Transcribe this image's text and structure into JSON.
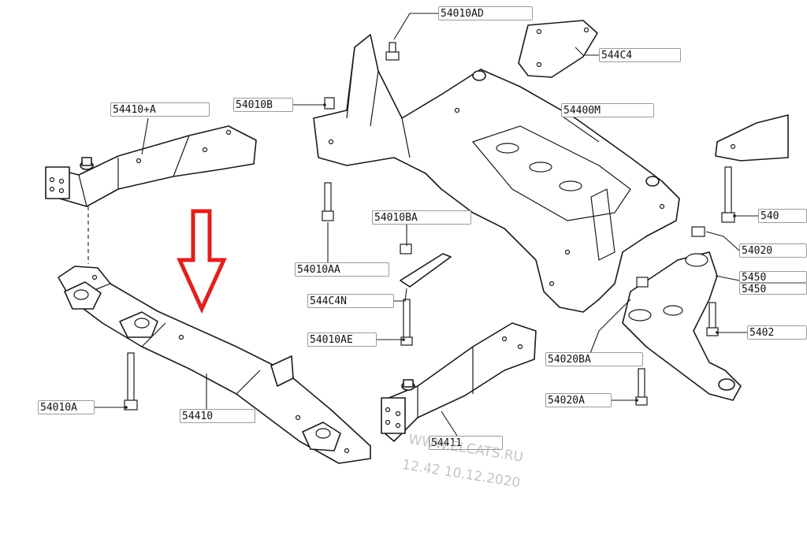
{
  "diagram": {
    "labels": [
      {
        "id": "p1",
        "text": "54010AD"
      },
      {
        "id": "p2",
        "text": "544C4"
      },
      {
        "id": "p3",
        "text": "54010B"
      },
      {
        "id": "p4",
        "text": "54410+A"
      },
      {
        "id": "p5",
        "text": "54400M"
      },
      {
        "id": "p6",
        "text": "54010BA"
      },
      {
        "id": "p7",
        "text": "54010AA"
      },
      {
        "id": "p8",
        "text": "544C4N"
      },
      {
        "id": "p9",
        "text": "54010AE"
      },
      {
        "id": "p10",
        "text": "54010A"
      },
      {
        "id": "p11",
        "text": "54410"
      },
      {
        "id": "p12",
        "text": "54411"
      },
      {
        "id": "p13",
        "text": "54020BA"
      },
      {
        "id": "p14",
        "text": "54020A"
      },
      {
        "id": "p15",
        "text": "540"
      },
      {
        "id": "p16",
        "text": "54020"
      },
      {
        "id": "p17",
        "text": "5450"
      },
      {
        "id": "p18",
        "text": "5450"
      },
      {
        "id": "p19",
        "text": "5402"
      }
    ],
    "watermark": {
      "line1": "WWW.ELCATS.RU",
      "line2": "12.42 10.12.2020"
    },
    "colors": {
      "arrow": "#e0201e",
      "lines": "#1a1a1a",
      "label_border": "#9a9a9a"
    }
  }
}
